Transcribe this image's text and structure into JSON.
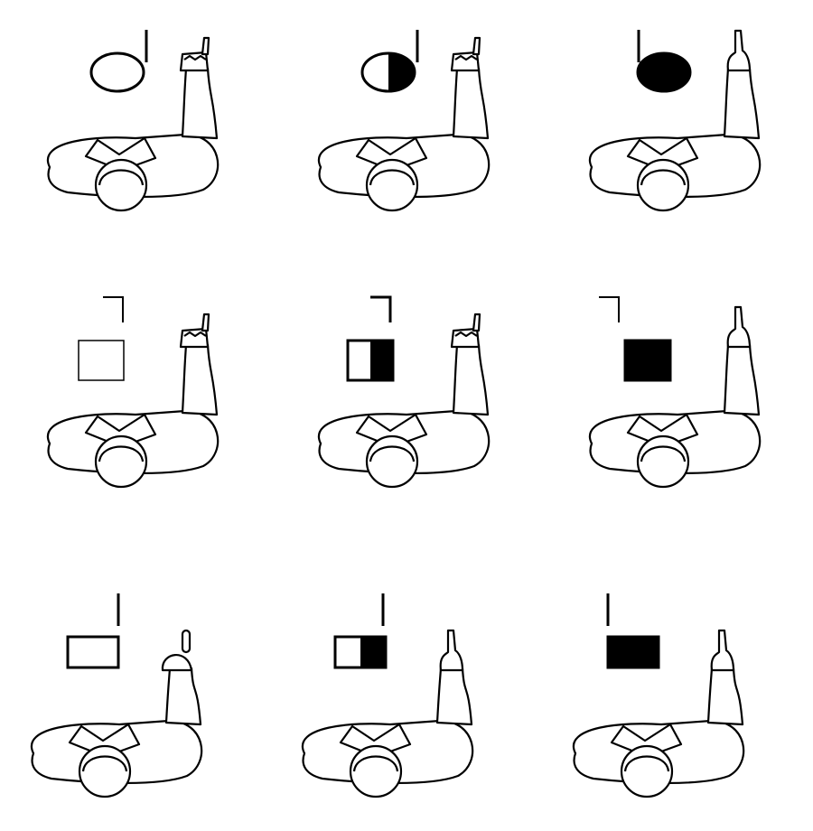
{
  "figure": {
    "rows": [
      {
        "symbol_shape": "circle",
        "indicator_mark": "vertical-bar",
        "panels": [
          {
            "fill": "empty",
            "hand": "pinch"
          },
          {
            "fill": "half",
            "hand": "pinch"
          },
          {
            "fill": "full",
            "hand": "point"
          }
        ]
      },
      {
        "symbol_shape": "square",
        "indicator_mark": "corner-bracket",
        "panels": [
          {
            "fill": "empty",
            "hand": "pinch"
          },
          {
            "fill": "half",
            "hand": "pinch"
          },
          {
            "fill": "full",
            "hand": "point"
          }
        ]
      },
      {
        "symbol_shape": "rectangle",
        "indicator_mark": "vertical-bar",
        "panels": [
          {
            "fill": "empty",
            "hand": "fist-thumb-up"
          },
          {
            "fill": "half",
            "hand": "point"
          },
          {
            "fill": "full",
            "hand": "point"
          }
        ]
      }
    ],
    "colors": {
      "ink": "#000000",
      "paper": "#ffffff"
    }
  }
}
